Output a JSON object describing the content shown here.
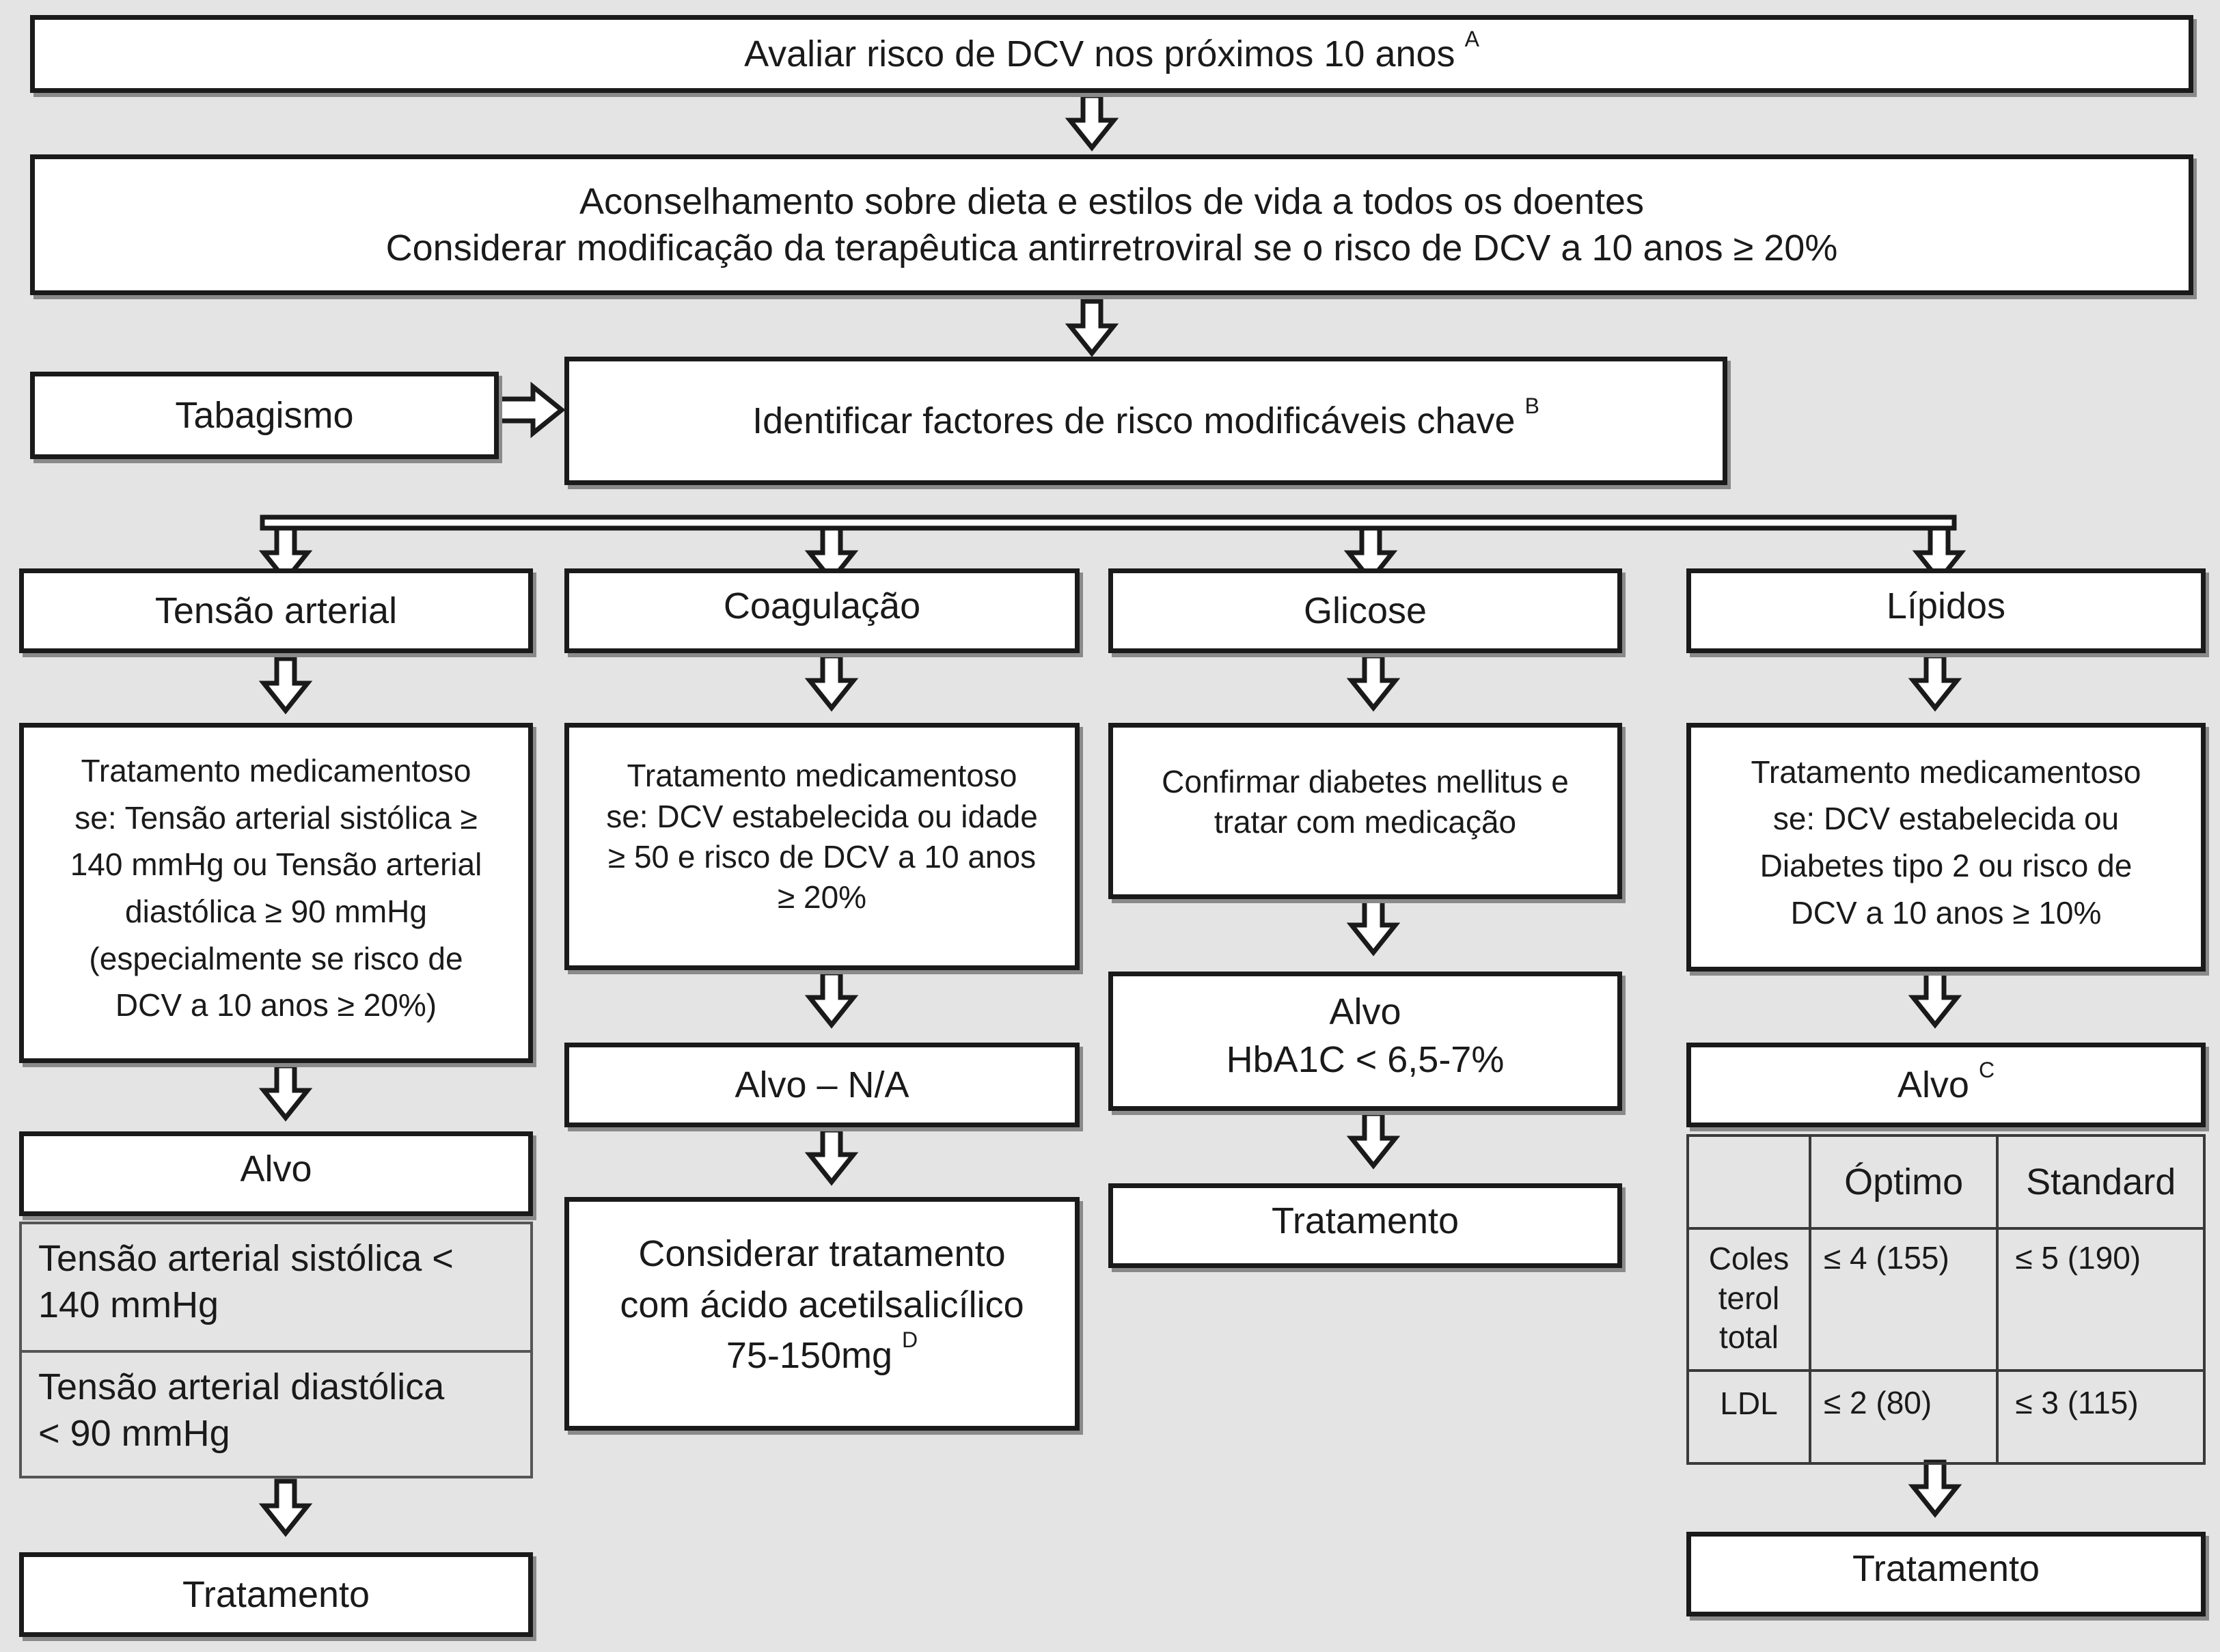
{
  "steps": {
    "assess": {
      "text": "Avaliar risco de DCV nos próximos 10 anos",
      "note": "A"
    },
    "advice": {
      "line1": "Aconselhamento sobre dieta e estilos de vida a todos os doentes",
      "line2": "Considerar modificação da  terapêutica antirretroviral se o risco de DCV a 10 anos ≥ 20%"
    },
    "smoking": "Tabagismo",
    "identify": {
      "text": "Identificar factores de risco modificáveis chave",
      "note": "B"
    }
  },
  "columns": {
    "bp": {
      "title": "Tensão arterial",
      "treatment": [
        "Tratamento medicamentoso",
        "se: Tensão arterial sistólica ≥",
        "140 mmHg ou Tensão arterial",
        "diastólica ≥ 90 mmHg",
        "(especialmente se risco de",
        "DCV a 10 anos ≥ 20%)"
      ],
      "target": "Alvo",
      "targets": [
        [
          "Tensão arterial sistólica <",
          "140 mmHg"
        ],
        [
          "Tensão arterial diastólica",
          "< 90 mmHg"
        ]
      ],
      "final": "Tratamento"
    },
    "coag": {
      "title": "Coagulação",
      "treatment": [
        "Tratamento medicamentoso",
        "se: DCV estabelecida ou idade",
        "≥ 50 e risco de DCV a 10 anos",
        "≥ 20%"
      ],
      "target": "Alvo – N/A",
      "consider": [
        "Considerar tratamento",
        "com ácido acetilsalicílico",
        "75-150mg"
      ],
      "consider_note": "D"
    },
    "glucose": {
      "title": "Glicose",
      "treatment": [
        "Confirmar diabetes mellitus e",
        "tratar com medicação"
      ],
      "target": [
        "Alvo",
        "HbA1C < 6,5-7%"
      ],
      "final": "Tratamento"
    },
    "lipids": {
      "title": "Lípidos",
      "treatment": [
        "Tratamento medicamentoso",
        "se: DCV estabelecida ou",
        "Diabetes tipo 2 ou risco de",
        "DCV a 10 anos ≥ 10%"
      ],
      "target": "Alvo",
      "target_note": "C",
      "table": {
        "headers": [
          "",
          "Óptimo",
          "Standard"
        ],
        "rows": [
          {
            "label": [
              "Coles",
              "terol",
              "total"
            ],
            "optimal": "≤ 4 (155)",
            "standard": "≤ 5 (190)"
          },
          {
            "label": [
              "LDL"
            ],
            "optimal": "≤ 2 (80)",
            "standard": "≤ 3 (115)"
          }
        ]
      },
      "final": "Tratamento"
    }
  }
}
